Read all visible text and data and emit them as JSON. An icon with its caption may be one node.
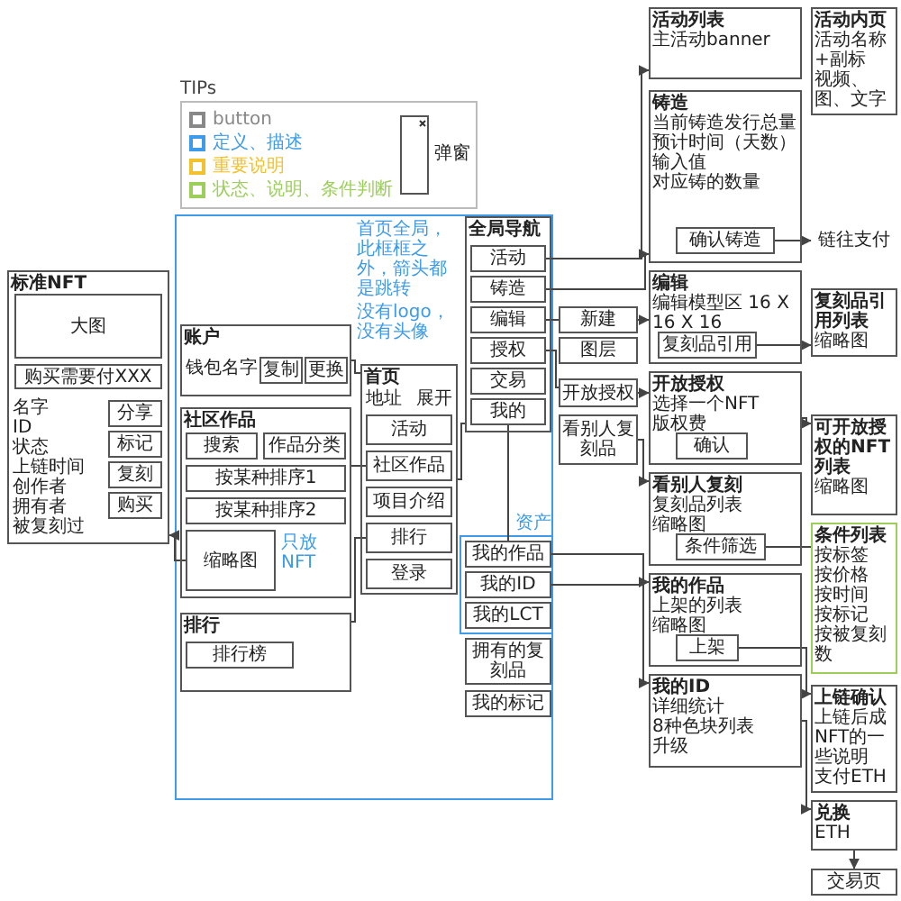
{
  "diagram": {
    "nodes": [
      {
        "text": [
          "标准NFT",
          "名字",
          "ID",
          "状态",
          "上链时间",
          "创作者",
          "拥有者",
          "被复刻过"
        ]
      },
      {
        "text": [
          "大图"
        ],
        "in": 0
      },
      {
        "text": [
          "购买需要付XXX"
        ],
        "in": 0
      },
      {
        "text": [
          "分享"
        ],
        "in": 0
      },
      {
        "text": [
          "标记"
        ],
        "in": 0
      },
      {
        "text": [
          "复刻"
        ],
        "in": 0
      },
      {
        "text": [
          "购买"
        ],
        "in": 0
      },
      {
        "text": [
          "账户",
          "钱包名字"
        ]
      },
      {
        "text": [
          "复制"
        ],
        "in": 7
      },
      {
        "text": [
          "更换"
        ],
        "in": 7
      },
      {
        "text": [
          "社区作品"
        ]
      },
      {
        "text": [
          "搜索"
        ],
        "in": 10
      },
      {
        "text": [
          "作品分类"
        ],
        "in": 10
      },
      {
        "text": [
          "按某种排序1"
        ],
        "in": 10
      },
      {
        "text": [
          "按某种排序2"
        ],
        "in": 10
      },
      {
        "text": [
          "缩略图"
        ],
        "in": 10
      },
      {
        "text": [
          "排行"
        ]
      },
      {
        "text": [
          "排行榜"
        ],
        "in": 16
      },
      {
        "text": [
          "首页",
          "地址",
          "展开"
        ]
      },
      {
        "text": [
          "活动"
        ],
        "in": 18
      },
      {
        "text": [
          "社区作品"
        ],
        "in": 18
      },
      {
        "text": [
          "项目介绍"
        ],
        "in": 18
      },
      {
        "text": [
          "排行"
        ],
        "in": 18
      },
      {
        "text": [
          "登录"
        ],
        "in": 18
      },
      {
        "text": [
          "全局导航"
        ]
      },
      {
        "text": [
          "活动"
        ],
        "in": 24
      },
      {
        "text": [
          "铸造"
        ],
        "in": 24
      },
      {
        "text": [
          "编辑"
        ],
        "in": 24
      },
      {
        "text": [
          "授权"
        ],
        "in": 24
      },
      {
        "text": [
          "交易"
        ],
        "in": 24
      },
      {
        "text": [
          "我的"
        ],
        "in": 24
      },
      {
        "text": [
          "新建"
        ]
      },
      {
        "text": [
          "图层"
        ]
      },
      {
        "text": [
          "开放授权"
        ]
      },
      {
        "text": [
          "看别人复刻品"
        ]
      },
      {
        "text": [
          "活动列表",
          "主活动banner"
        ]
      },
      {
        "text": [
          "活动内页",
          "活动名称+副标",
          "视频、图、文字"
        ]
      },
      {
        "text": [
          "铸造",
          "当前铸造发行总量",
          "预计时间（天数）",
          "输入值",
          "对应铸的数量"
        ]
      },
      {
        "text": [
          "确认铸造"
        ],
        "in": 37
      },
      {
        "text": [
          "链往支付"
        ]
      },
      {
        "text": [
          "编辑",
          "编辑模型区 16 X 16 X 16"
        ]
      },
      {
        "text": [
          "复刻品引用"
        ],
        "in": 40
      },
      {
        "text": [
          "复刻品引用列表",
          "缩略图"
        ]
      },
      {
        "text": [
          "开放授权",
          "选择一个NFT",
          "版权费"
        ]
      },
      {
        "text": [
          "确认"
        ],
        "in": 43
      },
      {
        "text": [
          "可开放授权的NFT列表",
          "缩略图"
        ]
      },
      {
        "text": [
          "看别人复刻",
          "复刻品列表",
          "缩略图"
        ]
      },
      {
        "text": [
          "条件筛选"
        ],
        "in": 46
      },
      {
        "text": [
          "条件列表",
          "按标签",
          "按价格",
          "按时间",
          "按标记",
          "按被复刻数"
        ]
      },
      {
        "text": [
          "我的作品",
          "上架的列表",
          "缩略图"
        ]
      },
      {
        "text": [
          "上架"
        ],
        "in": 49
      },
      {
        "text": [
          "上链确认",
          "上链后成NFT的一些说明",
          "支付ETH"
        ]
      },
      {
        "text": [
          "我的ID",
          "详细统计",
          "8种色块列表",
          "升级"
        ]
      },
      {
        "text": [
          "兑换",
          "ETH"
        ]
      },
      {
        "text": [
          "交易页"
        ]
      },
      {
        "text": [
          "我的作品"
        ]
      },
      {
        "text": [
          "我的ID"
        ]
      },
      {
        "text": [
          "我的LCT"
        ]
      },
      {
        "text": [
          "拥有的复刻品"
        ]
      },
      {
        "text": [
          "我的标记"
        ]
      }
    ],
    "edges": [
      {
        "from": 25,
        "to": 35,
        "arrow": "to"
      },
      {
        "from": 26,
        "to": 37,
        "arrow": "to"
      },
      {
        "from": 27,
        "to": 31,
        "arrow": "none"
      },
      {
        "from": 31,
        "to": 40,
        "arrow": "to"
      },
      {
        "from": 28,
        "to": 33,
        "arrow": "none"
      },
      {
        "from": 33,
        "to": 43,
        "arrow": "to"
      },
      {
        "from": 34,
        "to": 46,
        "arrow": "to"
      },
      {
        "from": 38,
        "to": 39,
        "arrow": "to"
      },
      {
        "from": 41,
        "to": 42,
        "arrow": "to"
      },
      {
        "from": 43,
        "to": 45,
        "arrow": "to"
      },
      {
        "from": 47,
        "to": 48,
        "arrow": "none"
      },
      {
        "from": 50,
        "to": 51,
        "arrow": "to"
      },
      {
        "from": 30,
        "to": 55,
        "arrow": "none"
      },
      {
        "from": 55,
        "to": 49,
        "arrow": "to"
      },
      {
        "from": 56,
        "to": 52,
        "arrow": "to"
      },
      {
        "from": 52,
        "to": 53,
        "arrow": "to"
      },
      {
        "from": 53,
        "to": 54,
        "arrow": "to"
      },
      {
        "from": 15,
        "to": 0,
        "arrow": "to"
      },
      {
        "from": 20,
        "to": 10,
        "arrow": "none"
      },
      {
        "from": 22,
        "to": 16,
        "arrow": "none"
      },
      {
        "from": 7,
        "to": 18,
        "arrow": "none"
      },
      {
        "from": 18,
        "to": 24,
        "arrow": "none"
      }
    ],
    "labels": [
      "TIPs",
      "弹窗",
      "首页全局，此框框之外，箭头都是跳转",
      "没有logo，没有头像",
      "只放NFT",
      "资产"
    ],
    "legend": [
      {
        "text": "button",
        "color": "#888888"
      },
      {
        "text": "定义、描述",
        "color": "#3d9be9"
      },
      {
        "text": "重要说明",
        "color": "#f2c12e"
      },
      {
        "text": "状态、说明、条件判断",
        "color": "#9bcf5a"
      }
    ]
  }
}
